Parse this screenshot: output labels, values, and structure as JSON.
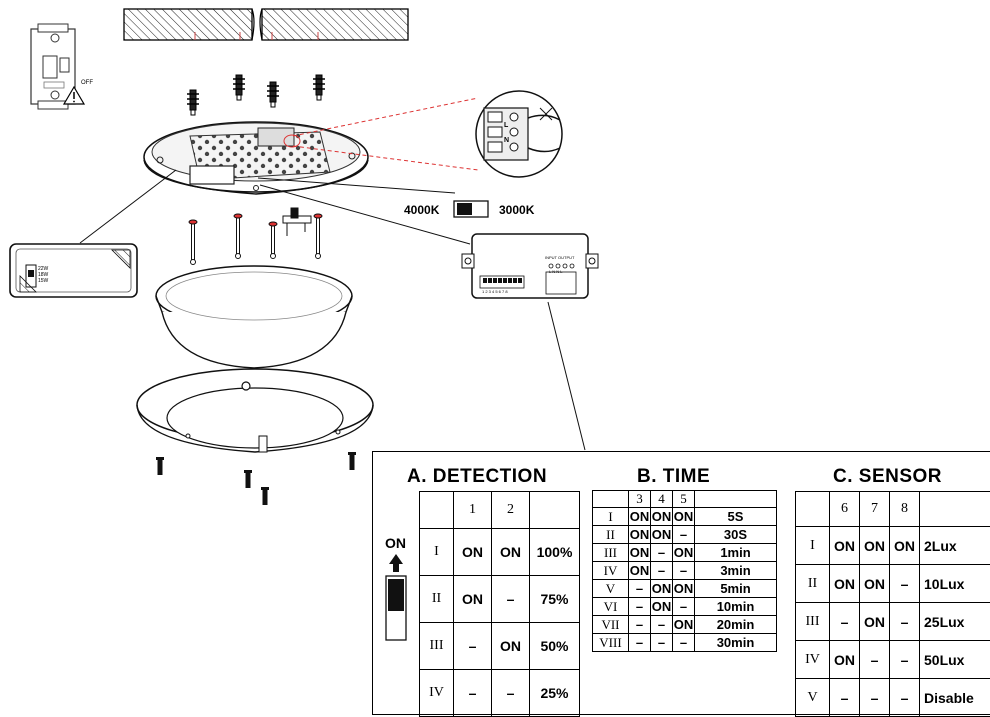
{
  "breaker": {
    "off_label": "OFF"
  },
  "color_switch": {
    "left_label": "4000K",
    "right_label": "3000K"
  },
  "power_module": {
    "labels": [
      "22W",
      "18W",
      "15W"
    ]
  },
  "sensor_module": {
    "terminal_label": "INPUT OUTPUT",
    "pin_labels": "L N N L",
    "dip_numbers": "1 2 3 4 5 6 7 8"
  },
  "terminal_block": {
    "letters": [
      "L",
      "N"
    ]
  },
  "detection": {
    "title": "A. DETECTION",
    "on_label": "ON",
    "headers": [
      "1",
      "2"
    ],
    "rows": [
      {
        "num": "I",
        "s1": "ON",
        "s2": "ON",
        "value": "100%"
      },
      {
        "num": "II",
        "s1": "ON",
        "s2": "–",
        "value": "75%"
      },
      {
        "num": "III",
        "s1": "–",
        "s2": "ON",
        "value": "50%"
      },
      {
        "num": "IV",
        "s1": "–",
        "s2": "–",
        "value": "25%"
      }
    ]
  },
  "time": {
    "title": "B. TIME",
    "headers": [
      "3",
      "4",
      "5"
    ],
    "rows": [
      {
        "num": "I",
        "s3": "ON",
        "s4": "ON",
        "s5": "ON",
        "value": "5S"
      },
      {
        "num": "II",
        "s3": "ON",
        "s4": "ON",
        "s5": "–",
        "value": "30S"
      },
      {
        "num": "III",
        "s3": "ON",
        "s4": "–",
        "s5": "ON",
        "value": "1min"
      },
      {
        "num": "IV",
        "s3": "ON",
        "s4": "–",
        "s5": "–",
        "value": "3min"
      },
      {
        "num": "V",
        "s3": "–",
        "s4": "ON",
        "s5": "ON",
        "value": "5min"
      },
      {
        "num": "VI",
        "s3": "–",
        "s4": "ON",
        "s5": "–",
        "value": "10min"
      },
      {
        "num": "VII",
        "s3": "–",
        "s4": "–",
        "s5": "ON",
        "value": "20min"
      },
      {
        "num": "VIII",
        "s3": "–",
        "s4": "–",
        "s5": "–",
        "value": "30min"
      }
    ]
  },
  "sensor": {
    "title": "C. SENSOR",
    "headers": [
      "6",
      "7",
      "8"
    ],
    "rows": [
      {
        "num": "I",
        "s6": "ON",
        "s7": "ON",
        "s8": "ON",
        "value": "2Lux"
      },
      {
        "num": "II",
        "s6": "ON",
        "s7": "ON",
        "s8": "–",
        "value": "10Lux"
      },
      {
        "num": "III",
        "s6": "–",
        "s7": "ON",
        "s8": "–",
        "value": "25Lux"
      },
      {
        "num": "IV",
        "s6": "ON",
        "s7": "–",
        "s8": "–",
        "value": "50Lux"
      },
      {
        "num": "V",
        "s6": "–",
        "s7": "–",
        "s8": "–",
        "value": "Disable"
      }
    ]
  }
}
